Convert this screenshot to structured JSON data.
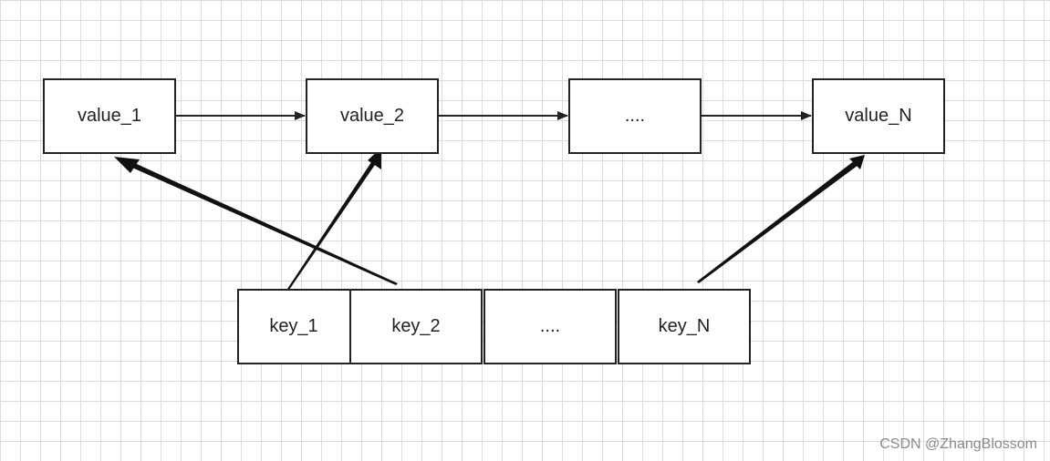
{
  "values": [
    "value_1",
    "value_2",
    "....",
    "value_N"
  ],
  "keys": [
    "key_1",
    "key_2",
    "....",
    "key_N"
  ],
  "watermark": "CSDN @ZhangBlossom",
  "colors": {
    "stroke": "#222222",
    "grid": "#dcdcdc",
    "background": "#ffffff",
    "watermark": "#8a8a8a"
  }
}
